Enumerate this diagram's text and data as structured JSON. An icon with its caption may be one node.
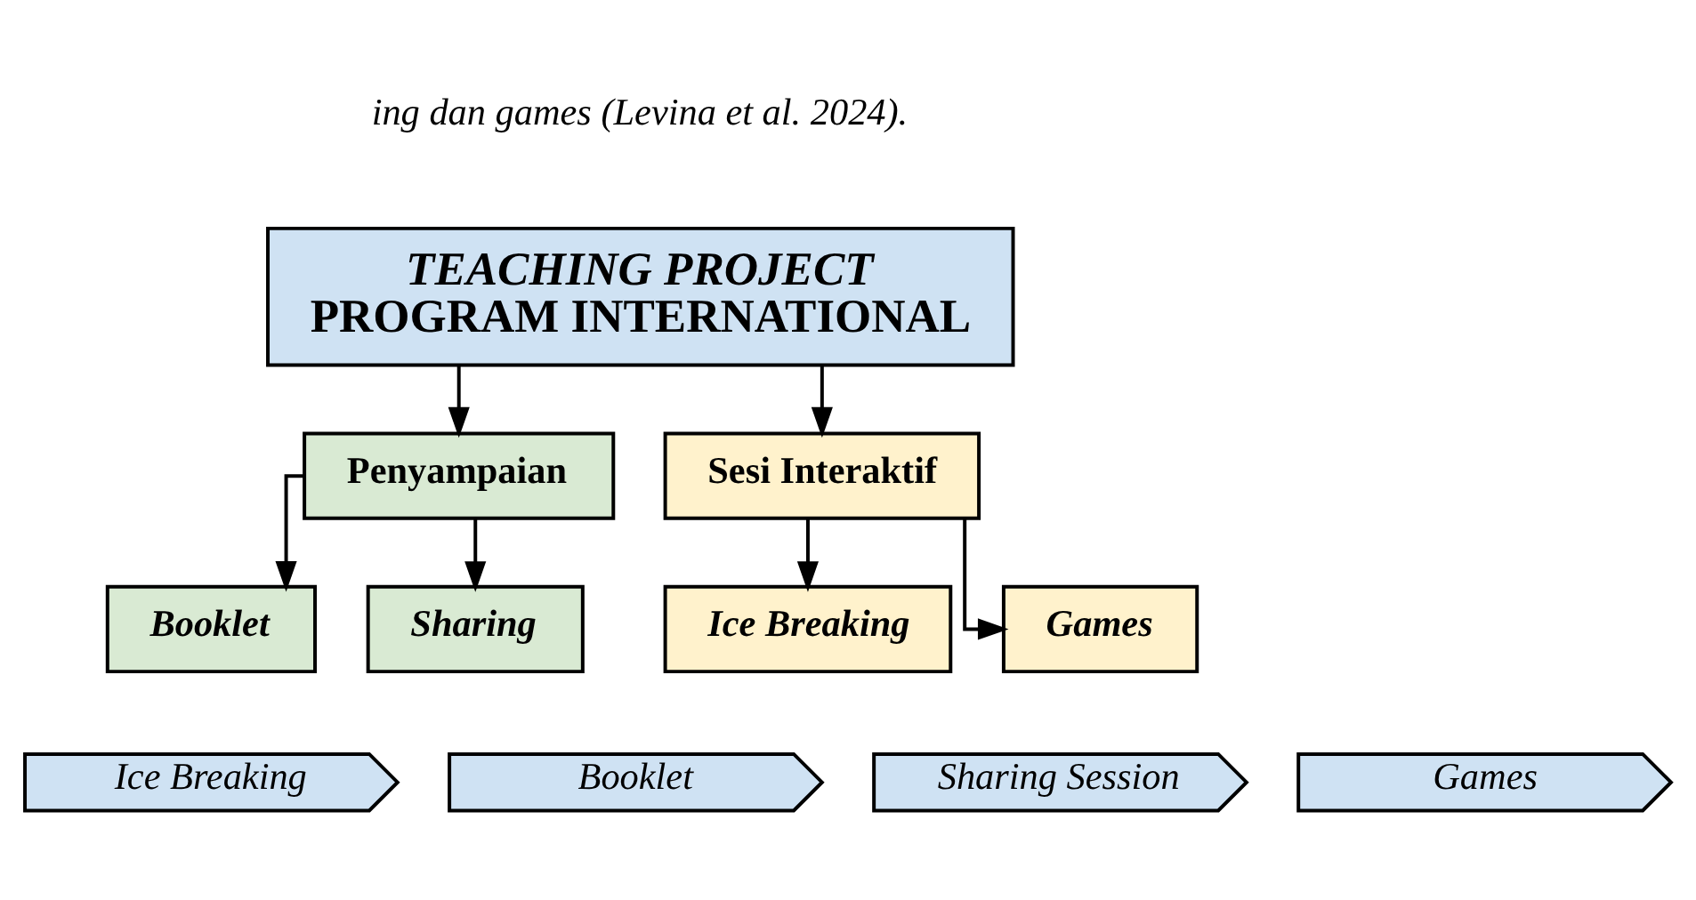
{
  "diagram": {
    "nodes": [
      {
        "text": [
          "TEACHING PROJECT",
          "PROGRAM INTERNATIONAL"
        ]
      },
      {
        "text": [
          "Penyampaian"
        ]
      },
      {
        "text": [
          "Booklet"
        ]
      },
      {
        "text": [
          "Sharing"
        ]
      },
      {
        "text": [
          "Sesi Interaktif"
        ]
      },
      {
        "text": [
          "Ice Breaking"
        ]
      },
      {
        "text": [
          "Games"
        ]
      },
      {
        "text": [
          "Ice Breaking"
        ]
      },
      {
        "text": [
          "Booklet"
        ]
      },
      {
        "text": [
          "Sharing Session"
        ]
      },
      {
        "text": [
          "Games"
        ]
      }
    ],
    "edges": [
      {
        "from": 0,
        "to": 1,
        "arrow": "to"
      },
      {
        "from": 0,
        "to": 4,
        "arrow": "to"
      },
      {
        "from": 1,
        "to": 2,
        "arrow": "to"
      },
      {
        "from": 1,
        "to": 3,
        "arrow": "to"
      },
      {
        "from": 4,
        "to": 5,
        "arrow": "to"
      },
      {
        "from": 4,
        "to": 6,
        "arrow": "to"
      }
    ],
    "labels": [
      "ing dan games (Levina et al. 2024)."
    ]
  }
}
